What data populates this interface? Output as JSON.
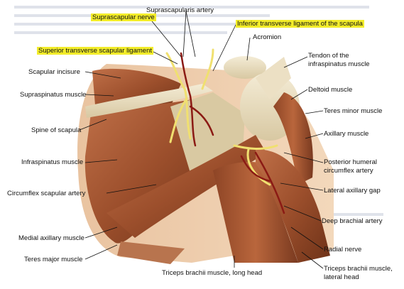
{
  "labels": {
    "suprascapular_nerve": "Suprascapular nerve",
    "suprascapularis_artery": "Suprascapularis artery",
    "inferior_transverse_ligament": "Inferior transverse ligament of the scapula",
    "superior_transverse_ligament": "Superior transverse scapular ligament",
    "acromion": "Acromion",
    "tendon_infraspinatus_1": "Tendon of the",
    "tendon_infraspinatus_2": "infraspinatus muscle",
    "scapular_incisure": "Scapular incisure",
    "supraspinatus": "Supraspinatus muscle",
    "deltoid": "Deltoid muscle",
    "teres_minor": "Teres minor muscle",
    "spine_of_scapula": "Spine of scapula",
    "axillary_muscle": "Axillary muscle",
    "infraspinatus": "Infraspinatus muscle",
    "posterior_humeral_1": "Posterior humeral",
    "posterior_humeral_2": "circumflex artery",
    "circumflex_scapular": "Circumflex scapular artery",
    "lateral_axillary_gap": "Lateral axillary gap",
    "deep_brachial": "Deep brachial artery",
    "medial_axillary": "Medial axillary muscle",
    "radial_nerve": "Radial nerve",
    "teres_major": "Teres major muscle",
    "triceps_long": "Triceps brachii muscle, long head",
    "triceps_lateral_1": "Triceps brachii muscle,",
    "triceps_lateral_2": "lateral head"
  },
  "colors": {
    "highlight": "#f2ec2a",
    "muscle": "#a0532f",
    "muscle_dark": "#7a3a20",
    "bone": "#e8dcc0",
    "nerve": "#f0e070",
    "artery": "#8b1a14",
    "background_text": "#c8ccd8"
  }
}
